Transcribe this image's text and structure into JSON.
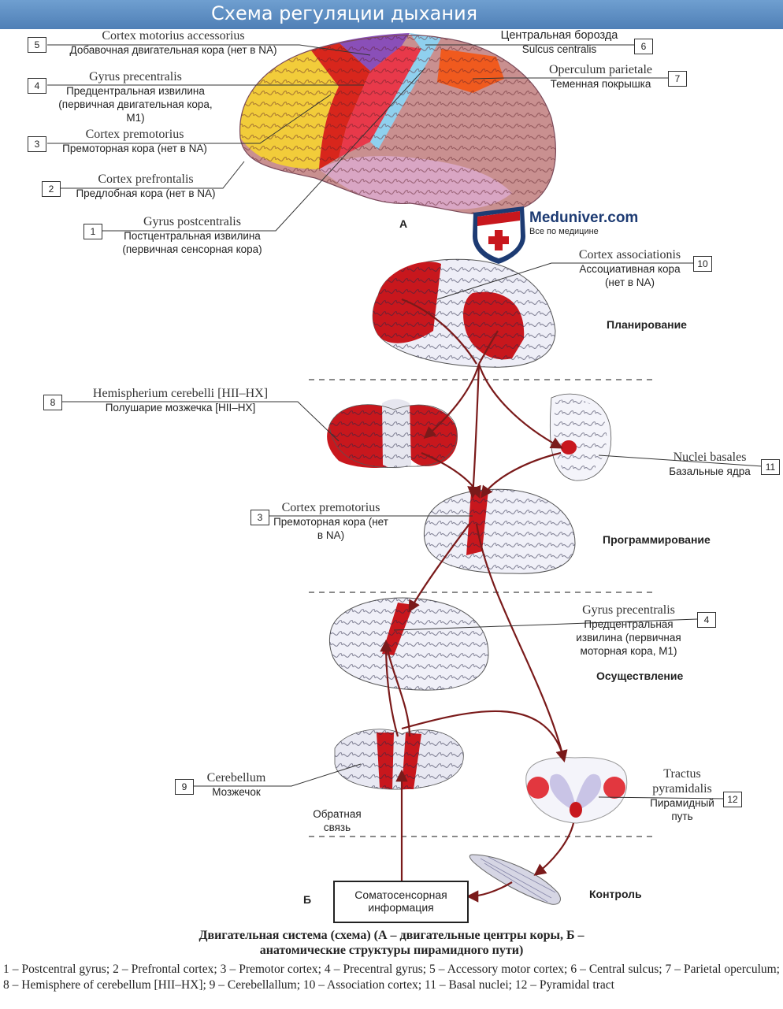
{
  "title": "Схема регуляции дыхания",
  "logo": {
    "name": "Meduniver.com",
    "tagline": "Все по медицине"
  },
  "figure_letters": {
    "a": "А",
    "b": "Б"
  },
  "labels_a": [
    {
      "num": "5",
      "lat": "Cortex motorius accessorius",
      "ru": "Добавочная двигательная кора (нет в NA)"
    },
    {
      "num": "4",
      "lat": "Gyrus precentralis",
      "ru": "Предцентральная извилина (первичная двигательная кора, M1)"
    },
    {
      "num": "3",
      "lat": "Cortex premotorius",
      "ru": "Премоторная кора (нет в NA)"
    },
    {
      "num": "2",
      "lat": "Cortex prefrontalis",
      "ru": "Предлобная кора (нет в NA)"
    },
    {
      "num": "1",
      "lat": "Gyrus postcentralis",
      "ru": "Постцентральная извилина (первичная сенсорная кора)"
    },
    {
      "num": "6",
      "lat": "Центральная борозда",
      "ru": "Sulcus centralis"
    },
    {
      "num": "7",
      "lat": "Operculum parietale",
      "ru": "Теменная покрышка"
    }
  ],
  "labels_b": [
    {
      "num": "10",
      "lat": "Cortex associationis",
      "ru": "Ассоциативная кора (нет в NA)"
    },
    {
      "num": "8",
      "lat": "Hemispherium cerebelli [HII–HX]",
      "ru": "Полушарие мозжечка [HII–HX]"
    },
    {
      "num": "11",
      "lat": "Nuclei basales",
      "ru": "Базальные ядра"
    },
    {
      "num": "3",
      "lat": "Cortex premotorius",
      "ru": "Премоторная кора (нет в NA)"
    },
    {
      "num": "4",
      "lat": "Gyrus precentralis",
      "ru": "Предцентральная извилина (первичная моторная кора, M1)"
    },
    {
      "num": "9",
      "lat": "Cerebellum",
      "ru": "Мозжечок"
    },
    {
      "num": "12",
      "lat": "Tractus pyramidalis",
      "ru": "Пирамидный путь"
    }
  ],
  "stages": {
    "planning": "Планирование",
    "programming": "Программирование",
    "execution": "Осуществление",
    "control": "Контроль"
  },
  "feedback": "Обратная связь",
  "somatosensory": "Соматосенсорная информация",
  "caption": "Двигательная система (схема) (А – двигательные центры коры, Б – анатомические структуры пирамидного пути)",
  "legend": "1 – Postcentral gyrus; 2 – Prefrontal cortex; 3 – Premotor cortex; 4 – Precentral gyrus; 5 – Accessory motor cortex; 6 – Central sulcus; 7 – Parietal operculum; 8 – Hemisphere of cerebellum [HII–HX]; 9 – Cerebellallum; 10 – Association cortex; 11 – Basal nuclei; 12 – Pyramidal tract",
  "colors": {
    "title_bar": "#5a8ac2",
    "prefrontal": "#f2cc3a",
    "premotor": "#d8261c",
    "precentral": "#e8394a",
    "accessory_motor": "#8a4fb8",
    "postcentral": "#8fd0ee",
    "parietal_operculum": "#f05a1e",
    "cortex_rest": "#c99090",
    "temporal": "#d9a6c4",
    "highlight": "#c8171d",
    "arrow": "#7a1a1a"
  }
}
